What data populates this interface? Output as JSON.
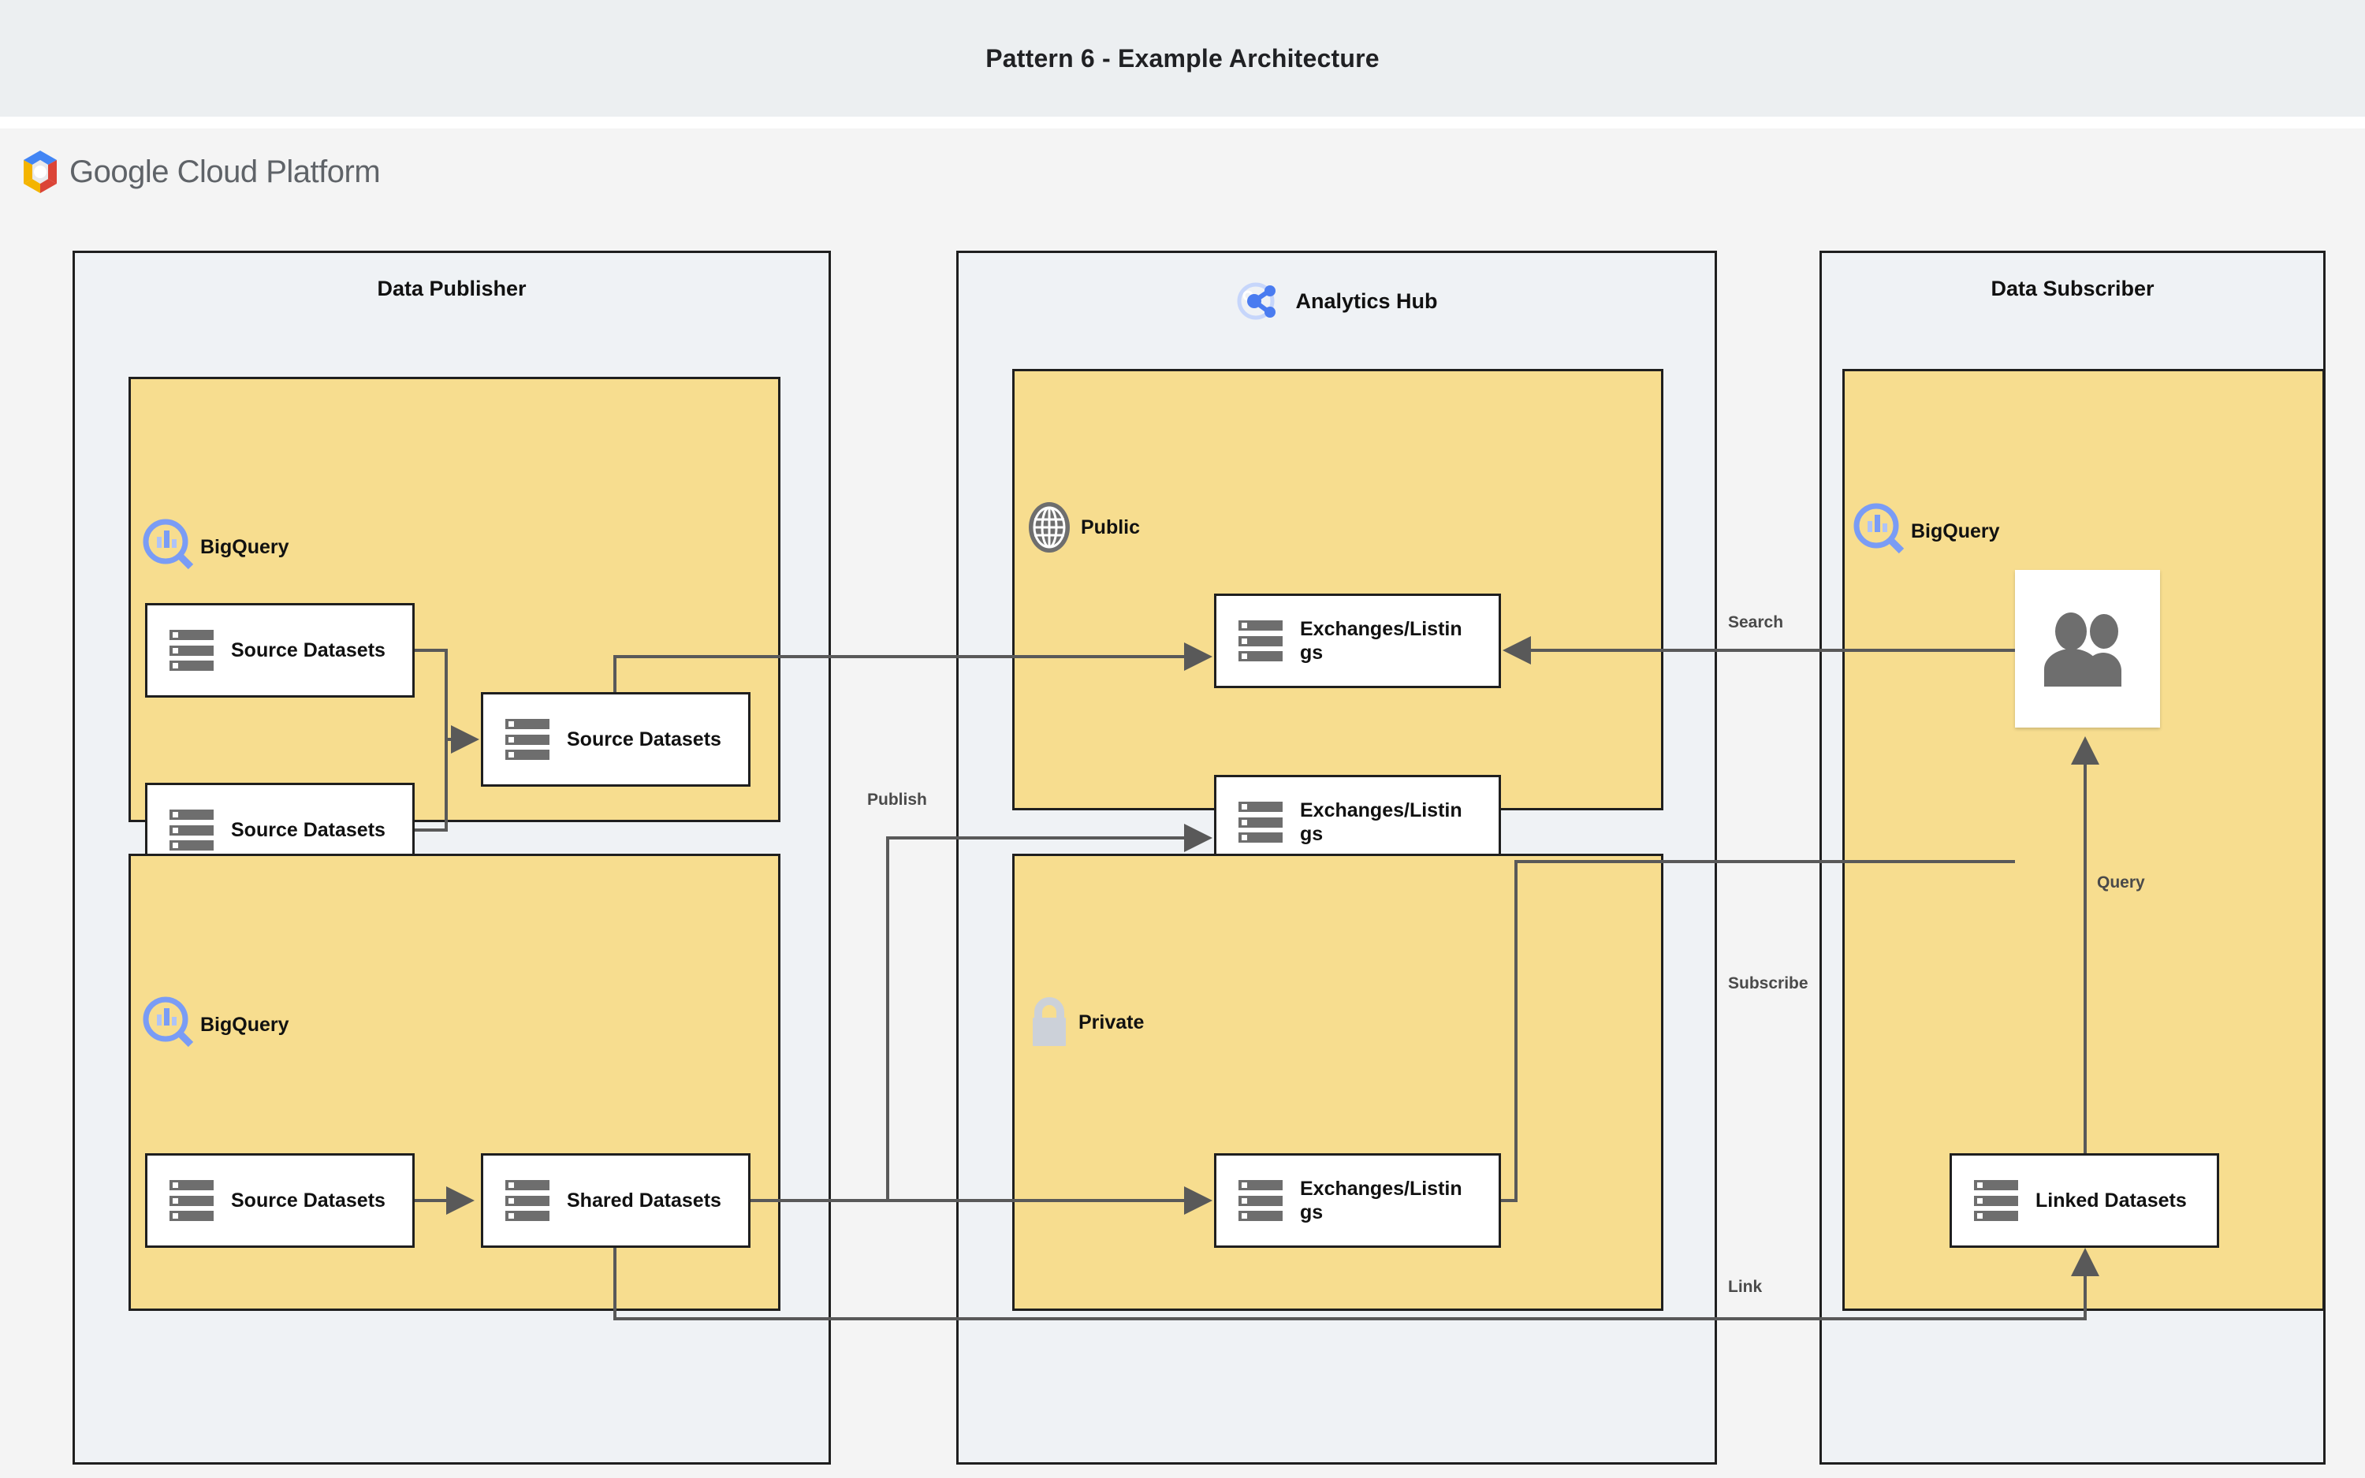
{
  "header": {
    "title": "Pattern 6 - Example Architecture"
  },
  "brand": {
    "logo_icon": "google-cloud-hexagon-icon",
    "name_google": "Google",
    "name_cloud_platform": "Cloud Platform"
  },
  "colors": {
    "header_band": "#eceff1",
    "canvas": "#f4f4f4",
    "zone_fill": "#eff2f5",
    "panel_fill": "#f7dd8f",
    "node_fill": "#ffffff",
    "stroke": "#1f1f1f",
    "wire": "#595959",
    "icon_gray": "#6e6e6e",
    "bigquery_blue": "#7a9cf5",
    "analytics_hub_blue": "#4a7cf0",
    "lock_gray": "#ccd1d9"
  },
  "zones": [
    {
      "id": "data-publisher",
      "title": "Data Publisher",
      "icon": null
    },
    {
      "id": "analytics-hub",
      "title": "Analytics Hub",
      "icon": "analytics-hub-share-icon"
    },
    {
      "id": "data-subscriber",
      "title": "Data Subscriber",
      "icon": null
    }
  ],
  "panels": [
    {
      "id": "publisher-bigquery-top",
      "label": "BigQuery",
      "icon": "bigquery-icon"
    },
    {
      "id": "publisher-bigquery-bottom",
      "label": "BigQuery",
      "icon": "bigquery-icon"
    },
    {
      "id": "hub-public",
      "label": "Public",
      "icon": "globe-icon"
    },
    {
      "id": "hub-private",
      "label": "Private",
      "icon": "lock-icon"
    },
    {
      "id": "subscriber-bigquery",
      "label": "BigQuery",
      "icon": "bigquery-icon"
    }
  ],
  "nodes": [
    {
      "id": "pub-source-1",
      "label": "Source Datasets",
      "icon": "dataset-stack-icon"
    },
    {
      "id": "pub-source-2",
      "label": "Source Datasets",
      "icon": "dataset-stack-icon"
    },
    {
      "id": "pub-source-mid",
      "label": "Source Datasets",
      "icon": "dataset-stack-icon"
    },
    {
      "id": "pub-source-3",
      "label": "Source Datasets",
      "icon": "dataset-stack-icon"
    },
    {
      "id": "pub-shared",
      "label": "Shared Datasets",
      "icon": "dataset-stack-icon"
    },
    {
      "id": "hub-listing-1",
      "label": "Exchanges/Listings",
      "icon": "dataset-stack-icon"
    },
    {
      "id": "hub-listing-2",
      "label": "Exchanges/Listings",
      "icon": "dataset-stack-icon"
    },
    {
      "id": "hub-listing-3",
      "label": "Exchanges/Listings",
      "icon": "dataset-stack-icon"
    },
    {
      "id": "sub-users",
      "label": "",
      "icon": "users-icon"
    },
    {
      "id": "sub-linked",
      "label": "Linked Datasets",
      "icon": "dataset-stack-icon"
    }
  ],
  "edge_labels": [
    {
      "id": "publish",
      "text": "Publish"
    },
    {
      "id": "search",
      "text": "Search"
    },
    {
      "id": "subscribe",
      "text": "Subscribe"
    },
    {
      "id": "query",
      "text": "Query"
    },
    {
      "id": "link",
      "text": "Link"
    }
  ]
}
